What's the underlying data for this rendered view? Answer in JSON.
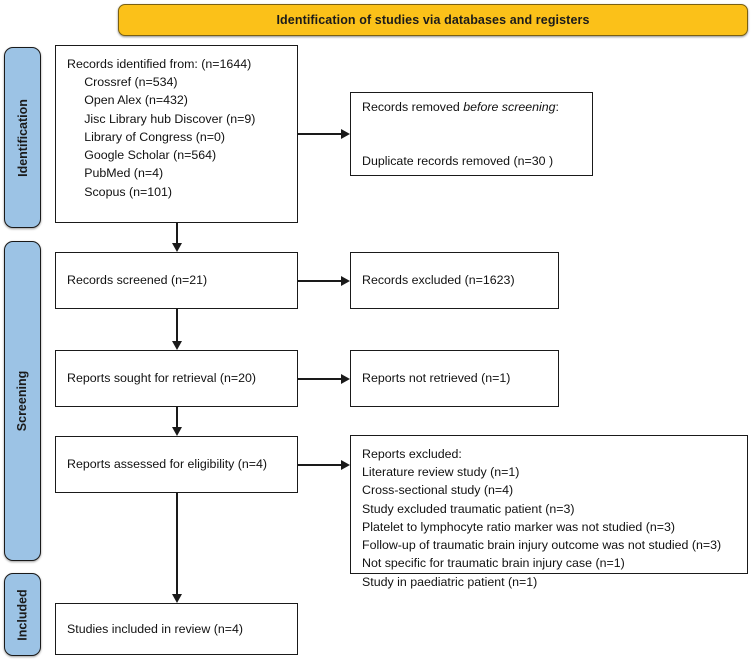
{
  "banner": {
    "title": "Identification of studies via databases and registers",
    "color": "#FBC119"
  },
  "phases": {
    "color": "#9CC3E5",
    "items": [
      {
        "key": "identification",
        "label": "Identification"
      },
      {
        "key": "screening",
        "label": "Screening"
      },
      {
        "key": "included",
        "label": "Included"
      }
    ]
  },
  "boxes": {
    "identified": {
      "text": "Records identified from: (n=1644)\n     Crossref (n=534)\n     Open Alex (n=432)\n     Jisc Library hub Discover (n=9)\n     Library of Congress (n=0)\n     Google Scholar (n=564)\n     PubMed (n=4)\n     Scopus (n=101)"
    },
    "removed": {
      "line1_prefix": "Records removed ",
      "line1_italic": "before screening",
      "line1_suffix": ":",
      "line2": "Duplicate records removed (n=30 )"
    },
    "screened": {
      "text": "Records screened (n=21)"
    },
    "excluded": {
      "text": "Records excluded (n=1623)"
    },
    "sought": {
      "text": "Reports sought for retrieval (n=20)"
    },
    "not_retrieved": {
      "text": "Reports not retrieved (n=1)"
    },
    "assessed": {
      "text": "Reports assessed for eligibility (n=4)"
    },
    "reports_excluded": {
      "text": "Reports excluded:\nLiterature review study (n=1)\nCross-sectional study (n=4)\nStudy excluded traumatic patient (n=3)\nPlatelet to lymphocyte ratio marker was not studied (n=3)\nFollow-up of traumatic brain injury outcome was not studied (n=3)\nNot specific for traumatic brain injury case (n=1)\nStudy in paediatric patient (n=1)"
    },
    "included": {
      "text": "Studies included in review (n=4)"
    }
  },
  "chart_data": {
    "type": "diagram",
    "title": "Identification of studies via databases and registers",
    "diagram_kind": "PRISMA flow diagram",
    "phases": [
      "Identification",
      "Screening",
      "Included"
    ],
    "nodes": [
      {
        "id": "identified",
        "phase": "Identification",
        "label": "Records identified from",
        "n": 1644,
        "sources": [
          {
            "name": "Crossref",
            "n": 534
          },
          {
            "name": "Open Alex",
            "n": 432
          },
          {
            "name": "Jisc Library hub Discover",
            "n": 9
          },
          {
            "name": "Library of Congress",
            "n": 0
          },
          {
            "name": "Google Scholar",
            "n": 564
          },
          {
            "name": "PubMed",
            "n": 4
          },
          {
            "name": "Scopus",
            "n": 101
          }
        ]
      },
      {
        "id": "removed",
        "phase": "Identification",
        "label": "Records removed before screening",
        "reasons": [
          {
            "name": "Duplicate records removed",
            "n": 30
          }
        ]
      },
      {
        "id": "screened",
        "phase": "Screening",
        "label": "Records screened",
        "n": 21
      },
      {
        "id": "excluded",
        "phase": "Screening",
        "label": "Records excluded",
        "n": 1623
      },
      {
        "id": "sought",
        "phase": "Screening",
        "label": "Reports sought for retrieval",
        "n": 20
      },
      {
        "id": "not_retrieved",
        "phase": "Screening",
        "label": "Reports not retrieved",
        "n": 1
      },
      {
        "id": "assessed",
        "phase": "Screening",
        "label": "Reports assessed for eligibility",
        "n": 4
      },
      {
        "id": "reports_excluded",
        "phase": "Screening",
        "label": "Reports excluded",
        "reasons": [
          {
            "name": "Literature review study",
            "n": 1
          },
          {
            "name": "Cross-sectional study",
            "n": 4
          },
          {
            "name": "Study excluded traumatic patient",
            "n": 3
          },
          {
            "name": "Platelet to lymphocyte ratio marker was not studied",
            "n": 3
          },
          {
            "name": "Follow-up of traumatic brain injury outcome was not studied",
            "n": 3
          },
          {
            "name": "Not specific for traumatic brain injury case",
            "n": 1
          },
          {
            "name": "Study in paediatric patient",
            "n": 1
          }
        ]
      },
      {
        "id": "included",
        "phase": "Included",
        "label": "Studies included in review",
        "n": 4
      }
    ],
    "edges": [
      {
        "from": "identified",
        "to": "removed",
        "direction": "right"
      },
      {
        "from": "identified",
        "to": "screened",
        "direction": "down"
      },
      {
        "from": "screened",
        "to": "excluded",
        "direction": "right"
      },
      {
        "from": "screened",
        "to": "sought",
        "direction": "down"
      },
      {
        "from": "sought",
        "to": "not_retrieved",
        "direction": "right"
      },
      {
        "from": "sought",
        "to": "assessed",
        "direction": "down"
      },
      {
        "from": "assessed",
        "to": "reports_excluded",
        "direction": "right"
      },
      {
        "from": "assessed",
        "to": "included",
        "direction": "down"
      }
    ]
  }
}
